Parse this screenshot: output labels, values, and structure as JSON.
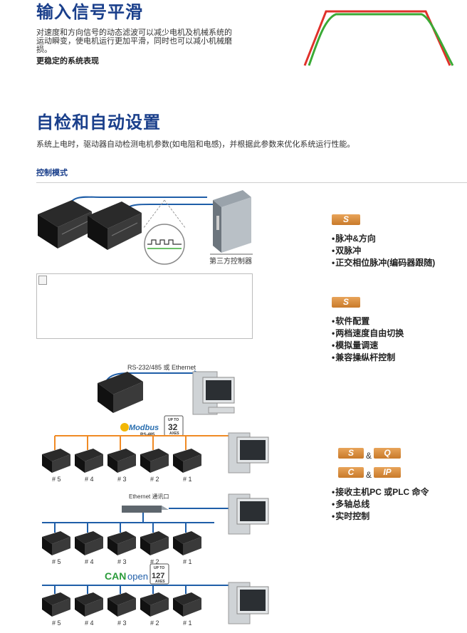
{
  "section1": {
    "title": "输入信号平滑",
    "desc_line1": "对速度和方向信号的动态滤波可以减少电机及机械系统的",
    "desc_line2": "运动瞬变，使电机运行更加平滑，同时也可以减小机械磨",
    "desc_line3": "损。",
    "highlight": "更稳定的系统表现"
  },
  "section2": {
    "title": "自检和自动设置",
    "desc": "系统上电时，驱动器自动检测电机参数(如电阻和电感)，并根据此参数来优化系统运行性能。",
    "subtitle": "控制模式"
  },
  "diagram1": {
    "controller_label": "第三方控制器"
  },
  "diagram3": {
    "serial_label": "RS-232/485 或 Ethernet",
    "modbus": {
      "logo": "Modbus",
      "sub": "RS-485",
      "up_to": "UP TO",
      "count": "32",
      "axes": "AXES"
    },
    "ethernet_label": "Ethernet 通讯口",
    "canopen": {
      "logo_can": "CAN",
      "logo_open": "open",
      "up_to": "UP TO",
      "count": "127",
      "axes": "AXES"
    },
    "drive_labels": [
      "# 5",
      "# 4",
      "# 3",
      "# 2",
      "# 1"
    ],
    "drive_labels_b": [
      "# 5",
      "# 4",
      "# 3",
      "# 2",
      "# 1"
    ],
    "drive_labels_c": [
      "# 5",
      "# 4",
      "# 3",
      "# 2",
      "# 1"
    ]
  },
  "mode_groups": [
    {
      "badges": [
        "S"
      ],
      "items": [
        "脉冲&方向",
        "双脉冲",
        "正交相位脉冲(编码器跟随)"
      ]
    },
    {
      "badges": [
        "S"
      ],
      "items": [
        "软件配置",
        "两档速度自由切换",
        "模拟量调速",
        "兼容操纵杆控制"
      ]
    },
    {
      "badges": [
        "S",
        "Q",
        "C",
        "IP"
      ],
      "amp": "&",
      "items": [
        "接收主机PC 或PLC 命令",
        "多轴总线",
        "实时控制"
      ]
    }
  ],
  "colors": {
    "title_blue": "#1a3f8b",
    "curve_red": "#e0312b",
    "curve_green": "#3aaa35",
    "badge_orange": "#d98c3e",
    "cable_blue": "#1f5ea8",
    "cable_orange": "#f08a24"
  }
}
